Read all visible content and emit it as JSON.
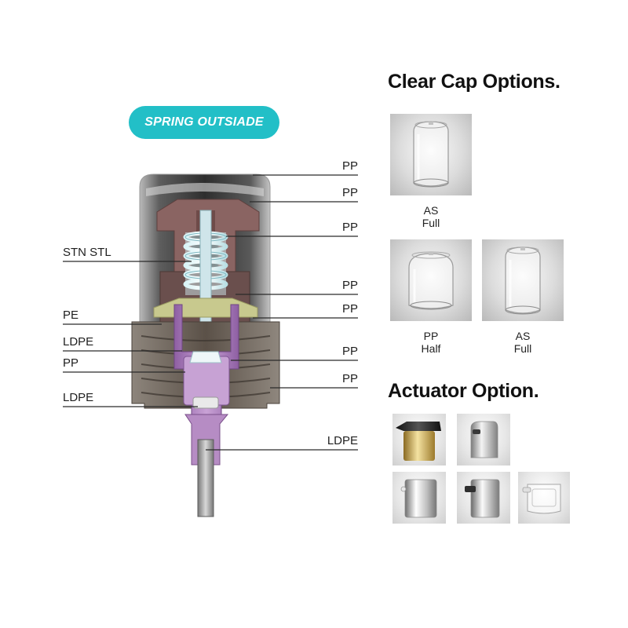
{
  "badge": "SPRING OUTSIADE",
  "left_labels": [
    "STN STL",
    "PE",
    "LDPE",
    "PP",
    "LDPE"
  ],
  "right_labels": [
    "PP",
    "PP",
    "PP",
    "PP",
    "PP",
    "PP",
    "PP",
    "LDPE"
  ],
  "clear_cap": {
    "title": "Clear Cap Options.",
    "options": [
      {
        "material": "AS",
        "type": "Full"
      },
      {
        "material": "PP",
        "type": "Half"
      },
      {
        "material": "AS",
        "type": "Full"
      }
    ]
  },
  "actuator": {
    "title": "Actuator Option.",
    "options": [
      "gold-actuator-icon",
      "silver-actuator-icon",
      "silver-flat-actuator-icon",
      "silver-nozzle-actuator-icon",
      "clear-actuator-icon"
    ]
  },
  "colors": {
    "badge": "#22bfc7",
    "cap_dark": "#3a3a3a",
    "inner_brown": "#8a6462",
    "collar": "#6e665e",
    "tube_purple": "#a57bb6"
  }
}
